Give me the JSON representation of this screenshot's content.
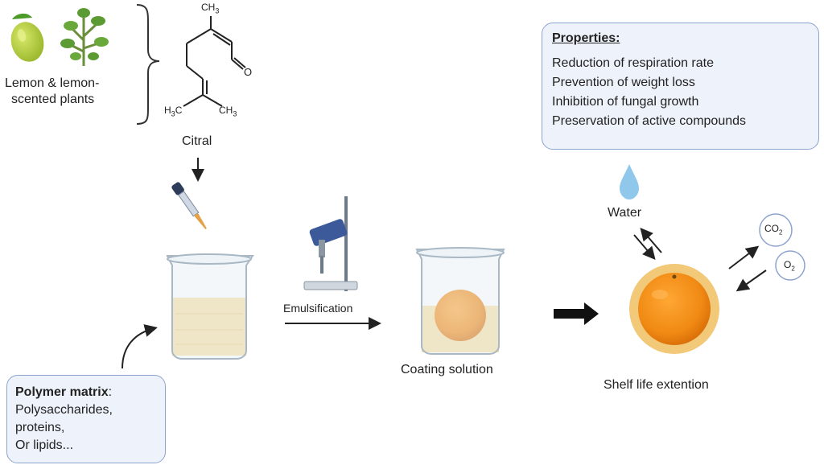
{
  "source": {
    "plants_label_line1": "Lemon & lemon-",
    "plants_label_line2": "scented plants"
  },
  "molecule": {
    "name": "Citral",
    "me_top_text": "CH",
    "me_top_sub": "3",
    "me_left_text": "H",
    "me_left_sub": "3",
    "me_left_tail": "C",
    "me_right_text": "CH",
    "me_right_sub": "3",
    "oxygen": "O"
  },
  "process": {
    "emulsification_label": "Emulsification",
    "coating_label": "Coating solution",
    "result_label": "Shelf life extention"
  },
  "exchange": {
    "water_label": "Water",
    "co2_main": "CO",
    "co2_sub": "2",
    "o2_main": "O",
    "o2_sub": "2"
  },
  "properties": {
    "title": "Properties:",
    "items": [
      "Reduction of respiration rate",
      "Prevention of weight loss",
      "Inhibition of fungal growth",
      "Preservation of active compounds"
    ]
  },
  "polymer": {
    "title": "Polymer matrix",
    "title_suffix": ":",
    "items": [
      "Polysaccharides,",
      "proteins,",
      "Or lipids..."
    ]
  },
  "colors": {
    "accent_box": "#eef3fb",
    "box_border": "#8da3cf",
    "orange": "#f08a14",
    "liquid": "#f6dfa3",
    "coating_ring": "#f2c879"
  }
}
